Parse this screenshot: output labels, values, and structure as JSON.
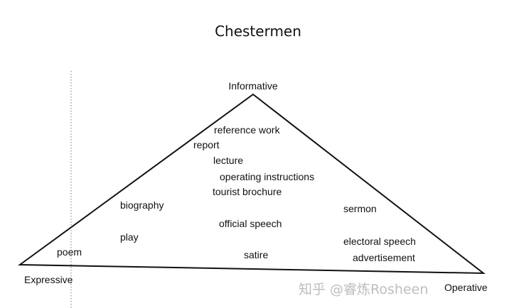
{
  "title": "Chestermen",
  "vertices": {
    "top": "Informative",
    "left": "Expressive",
    "right": "Operative"
  },
  "text_types": [
    "reference work",
    "report",
    "lecture",
    "operating instructions",
    "tourist brochure",
    "biography",
    "sermon",
    "official speech",
    "play",
    "electoral speech",
    "poem",
    "satire",
    "advertisement"
  ],
  "watermark": "知乎 @睿炼Rosheen"
}
